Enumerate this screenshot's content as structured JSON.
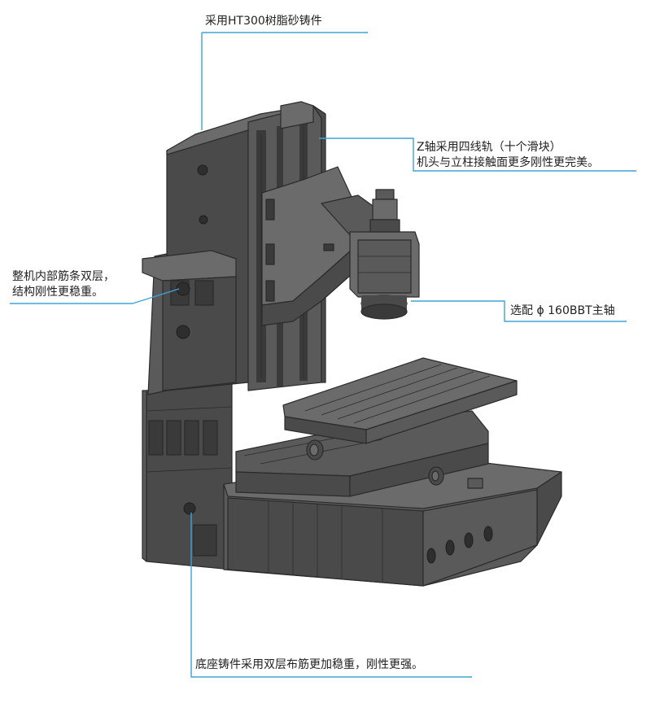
{
  "callouts": {
    "top": {
      "text": "采用HT300树脂砂铸件"
    },
    "z_axis": {
      "line1": "Z轴采用四线轨（十个滑块）",
      "line2": "机头与立柱接触面更多刚性更完美。"
    },
    "ribs": {
      "line1": "整机内部筋条双层，",
      "line2": "结构刚性更稳重。"
    },
    "spindle": {
      "text": "选配 ϕ 160BBT主轴"
    },
    "base": {
      "text": "底座铸件采用双层布筋更加稳重，刚性更强。"
    }
  },
  "colors": {
    "leader_line": "#3fa3d6",
    "casting_dark": "#4a4a4a",
    "casting_mid": "#5a5a5a",
    "casting_light": "#6b6b6b",
    "edge": "#2b2b2b"
  }
}
